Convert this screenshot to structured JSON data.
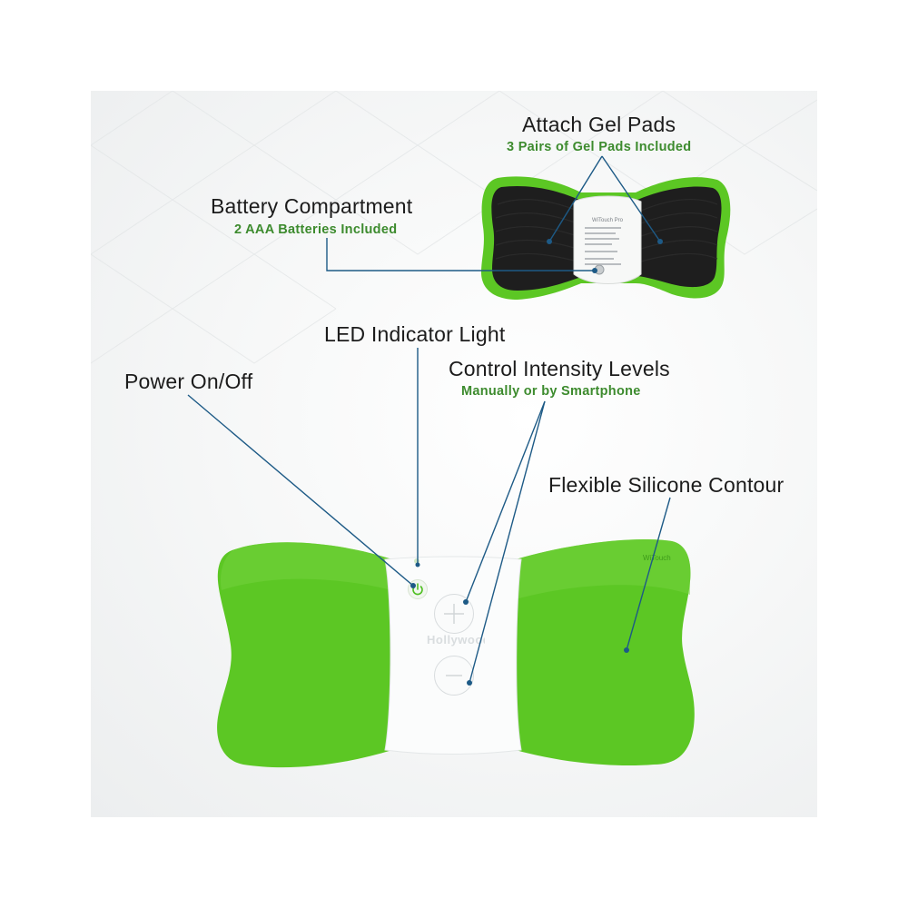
{
  "callouts": {
    "gel_pads": {
      "title": "Attach Gel Pads",
      "subtitle": "3 Pairs of Gel Pads Included"
    },
    "battery": {
      "title": "Battery Compartment",
      "subtitle": "2 AAA Batteries Included"
    },
    "led": {
      "title": "LED Indicator Light"
    },
    "power": {
      "title": "Power On/Off"
    },
    "intensity": {
      "title": "Control Intensity Levels",
      "subtitle": "Manually or by Smartphone"
    },
    "contour": {
      "title": "Flexible Silicone Contour"
    }
  },
  "device": {
    "brand_center": "Hollywood",
    "brand_corner": "WiTouch",
    "back_label": "WiTouch Pro"
  },
  "colors": {
    "green": "#5cc724",
    "dark_green": "#3f9a18",
    "subtitle_green": "#3d8b2e",
    "callout_line": "#1d5a86",
    "pad_black": "#1e1e1e"
  }
}
